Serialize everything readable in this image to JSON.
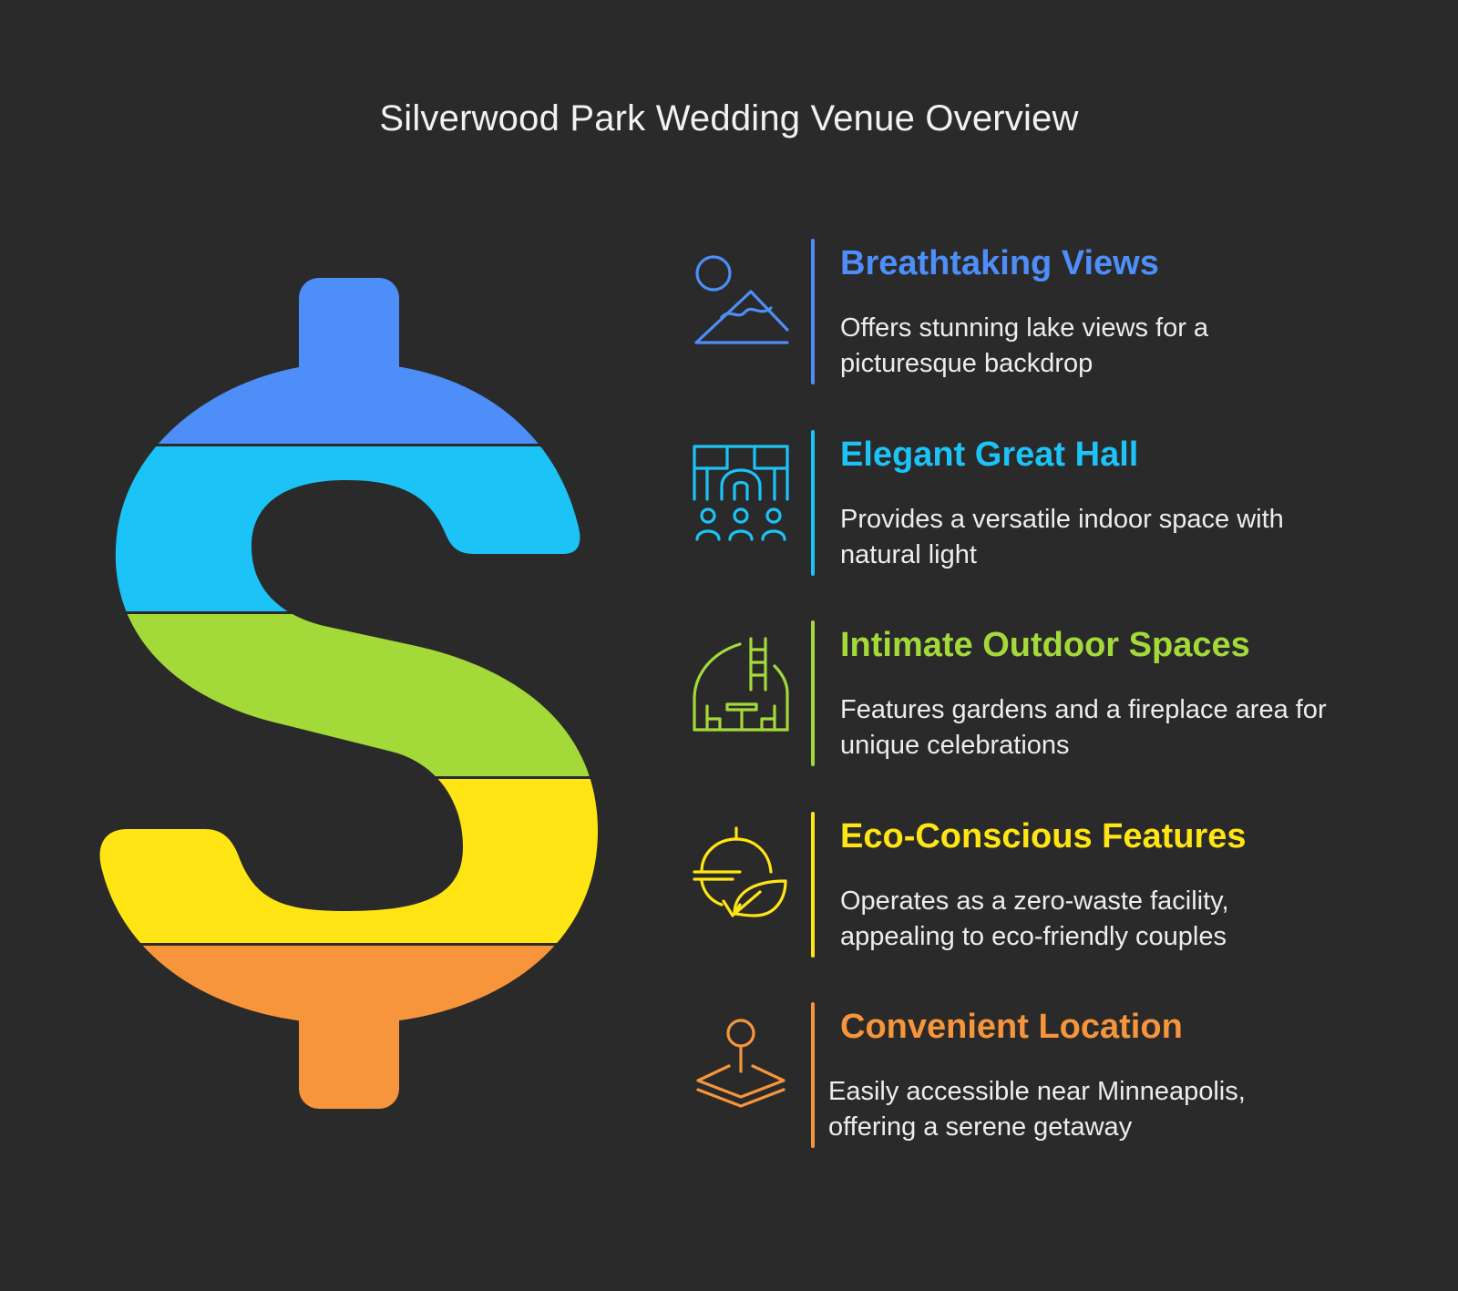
{
  "title": "Silverwood Park Wedding Venue Overview",
  "colors": {
    "background": "#2a2a2a",
    "blue": "#4d8ef8",
    "cyan": "#1cc3f7",
    "green": "#a4d93a",
    "yellow": "#ffe514",
    "orange": "#f6953b"
  },
  "features": [
    {
      "heading": "Breathtaking Views",
      "description": "Offers stunning lake views for a picturesque backdrop",
      "icon": "mountain-landscape-icon",
      "color": "#4d8ef8"
    },
    {
      "heading": "Elegant Great Hall",
      "description": "Provides a versatile indoor space with natural light",
      "icon": "hall-with-people-icon",
      "color": "#1cc3f7"
    },
    {
      "heading": "Intimate Outdoor Spaces",
      "description": "Features gardens and a fireplace area for unique celebrations",
      "icon": "garden-dome-icon",
      "color": "#a4d93a"
    },
    {
      "heading": "Eco-Conscious Features",
      "description": "Operates as a zero-waste facility, appealing to eco-friendly couples",
      "icon": "cloche-leaf-icon",
      "color": "#ffe514"
    },
    {
      "heading": "Convenient Location",
      "description": "Easily accessible near Minneapolis, offering a serene getaway",
      "icon": "location-pin-icon",
      "color": "#f6953b"
    }
  ]
}
